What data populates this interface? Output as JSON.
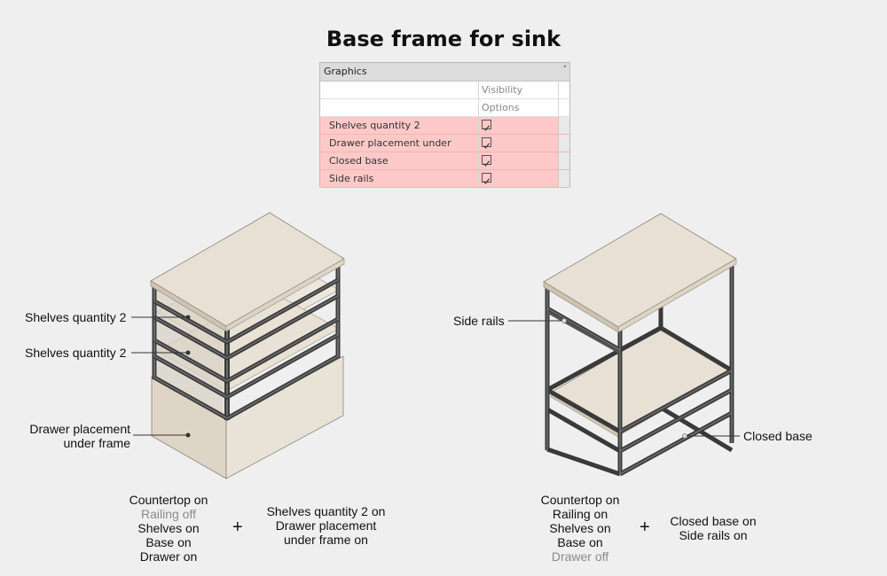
{
  "title": "Base frame for sink",
  "panel": {
    "header": "Graphics",
    "collapse_icon": "chevron-up",
    "header_rows": [
      "Visibility",
      "Options"
    ],
    "rows": [
      {
        "label": "Shelves quantity 2",
        "checked": true
      },
      {
        "label": "Drawer placement under frame",
        "checked": true
      },
      {
        "label": "Closed base",
        "checked": true
      },
      {
        "label": "Side rails",
        "checked": true
      }
    ],
    "highlight_color": "#fcc8c8"
  },
  "left": {
    "callouts": {
      "shelf_1": "Shelves quantity 2",
      "shelf_2": "Shelves quantity 2",
      "drawer_line1": "Drawer placement",
      "drawer_line2": "under frame"
    },
    "caption": {
      "line1": "Countertop on",
      "line2": "Railing off",
      "line3": "Shelves on",
      "line4": "Base on",
      "line5": "Drawer on"
    },
    "plus": "+",
    "caption2": {
      "line1": "Shelves quantity 2 on",
      "line2": "Drawer placement",
      "line3": "under frame on"
    }
  },
  "right": {
    "callouts": {
      "side_rails": "Side rails",
      "closed_base": "Closed base"
    },
    "caption": {
      "line1": "Countertop on",
      "line2": "Railing on",
      "line3": "Shelves on",
      "line4": "Base on",
      "line5": "Drawer off"
    },
    "plus": "+",
    "caption2": {
      "line1": "Closed base on",
      "line2": "Side rails on"
    }
  },
  "colors": {
    "frame": "#4e4e4e",
    "frame_dark": "#2c2c2c",
    "wood_top": "#e8e0d4",
    "wood_side": "#ded5c7",
    "wood_shade": "#cfc4b4",
    "dim_text": "#8a8a8a"
  }
}
